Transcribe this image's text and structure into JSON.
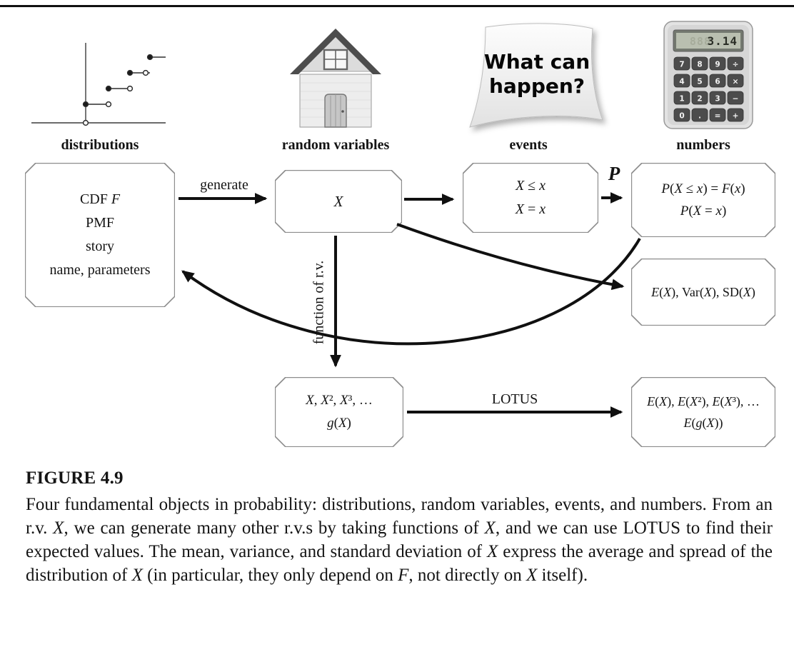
{
  "colors": {
    "ink": "#141414",
    "box_border": "#8d8d8d",
    "background": "#ffffff"
  },
  "column_labels": [
    "distributions",
    "random variables",
    "events",
    "numbers"
  ],
  "icons": {
    "cdf_plot": "step-function sketch with filled and open dots",
    "house": "house illustration",
    "sign": {
      "line1": "What can",
      "line2": "happen?"
    },
    "calculator": {
      "display_ghost": "888",
      "display": "3.14",
      "buttons": [
        "7",
        "8",
        "9",
        "÷",
        "4",
        "5",
        "6",
        "×",
        "1",
        "2",
        "3",
        "−",
        "0",
        ".",
        "=",
        "+"
      ]
    }
  },
  "boxes": {
    "distributions": {
      "lines": [
        "CDF <i>F</i>",
        "PMF",
        "story",
        "name, parameters"
      ]
    },
    "random_variable": {
      "lines": [
        "<i>X</i>"
      ]
    },
    "events": {
      "lines": [
        "<i>X</i> ≤ <i>x</i>",
        "<i>X</i> = <i>x</i>"
      ]
    },
    "probabilities": {
      "lines": [
        "<i>P</i>(<i>X</i> ≤ <i>x</i>) = <i>F</i>(<i>x</i>)",
        "<i>P</i>(<i>X</i> = <i>x</i>)"
      ]
    },
    "moments": {
      "lines": [
        "<i>E</i>(<i>X</i>), Var(<i>X</i>), SD(<i>X</i>)"
      ]
    },
    "functions": {
      "lines": [
        "<i>X</i>, <i>X</i>², <i>X</i>³, …",
        "<i>g</i>(<i>X</i>)"
      ]
    },
    "lotus_results": {
      "lines": [
        "<i>E</i>(<i>X</i>), <i>E</i>(<i>X</i>²), <i>E</i>(<i>X</i>³), …",
        "<i>E</i>(<i>g</i>(<i>X</i>))"
      ]
    }
  },
  "arrow_labels": {
    "generate": "generate",
    "probability": "P",
    "function_of_rv": "function of r.v.",
    "lotus": "LOTUS"
  },
  "caption": {
    "label": "FIGURE 4.9",
    "text_html": "Four fundamental objects in probability: distributions, random variables, events, and numbers. From an r.v. <i>X</i>, we can generate many other r.v.s by taking functions of <i>X</i>, and we can use LOTUS to find their expected values. The mean, variance, and standard deviation of <i>X</i> express the average and spread of the distribution of <i>X</i> (in particular, they only depend on <i>F</i>, not directly on <i>X</i> itself)."
  }
}
